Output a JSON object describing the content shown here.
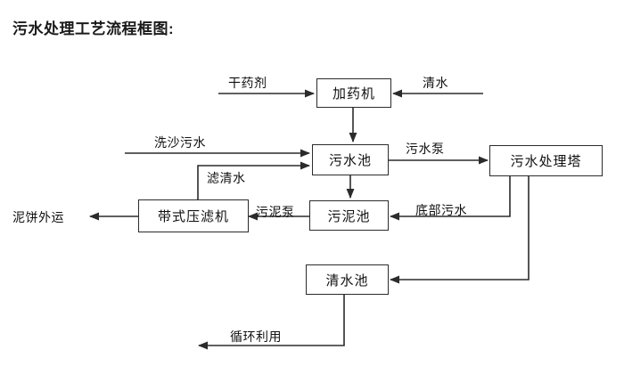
{
  "diagram": {
    "title": "污水处理工艺流程框图:",
    "nodes": [
      {
        "id": "dosing-machine",
        "label": "加药机"
      },
      {
        "id": "sewage-pool",
        "label": "污水池"
      },
      {
        "id": "sewage-treatment-tower",
        "label": "污水处理塔"
      },
      {
        "id": "belt-filter-press",
        "label": "带式压滤机"
      },
      {
        "id": "sludge-pool",
        "label": "污泥池"
      },
      {
        "id": "clear-water-pool",
        "label": "清水池"
      }
    ],
    "edge_labels": [
      {
        "id": "dry-agent",
        "label": "干药剂"
      },
      {
        "id": "clear-water-input",
        "label": "清水"
      },
      {
        "id": "sand-washing-sewage",
        "label": "洗沙污水"
      },
      {
        "id": "filtered-clear-water",
        "label": "滤清水"
      },
      {
        "id": "sewage-pump",
        "label": "污水泵"
      },
      {
        "id": "sludge-pump",
        "label": "污泥泵"
      },
      {
        "id": "bottom-sewage",
        "label": "底部污水"
      },
      {
        "id": "recycle-use",
        "label": "循环利用"
      }
    ],
    "terminal_labels": [
      {
        "id": "mud-cake-transport",
        "label": "泥饼外运"
      }
    ],
    "colors": {
      "stroke": "#2b2b2b",
      "text": "#111111",
      "background": "#ffffff"
    }
  }
}
